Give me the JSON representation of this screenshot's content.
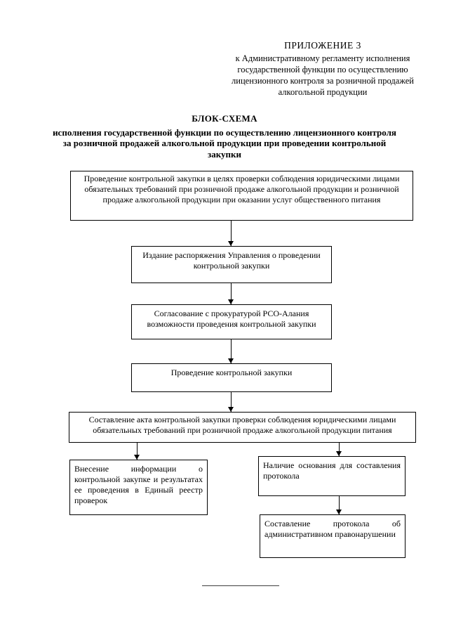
{
  "colors": {
    "background": "#ffffff",
    "text": "#000000",
    "box_border": "#000000",
    "separator_line": "#3f3f3f"
  },
  "appendix": {
    "title": "ПРИЛОЖЕНИЕ 3",
    "lines": [
      "к Административному регламенту исполнения",
      "государственной функции по осуществлению",
      "лицензионного контроля за розничной продажей",
      "алкогольной продукции"
    ]
  },
  "heading": {
    "title": "БЛОК-СХЕМА",
    "subtitle_lines": [
      "исполнения государственной функции по осуществлению лицензионного контроля",
      "за розничной продажей алкогольной продукции при проведении контрольной",
      "закупки"
    ]
  },
  "flowchart": {
    "boxes": [
      {
        "id": "purchase-purpose",
        "text": "Проведение контрольной закупки в целях проверки соблюдения юридическими лицами обязательных требований при розничной продаже алкогольной продукции и розничной продаже алкогольной продукции при оказании услуг общественного питания"
      },
      {
        "id": "order-issuance",
        "text": "Издание распоряжения Управления о проведении контрольной закупки"
      },
      {
        "id": "prosecutor-approval",
        "text": "Согласование с прокуратурой РСО-Алания возможности проведения контрольной закупки"
      },
      {
        "id": "purchase-conduct",
        "text": "Проведение контрольной закупки"
      },
      {
        "id": "act-preparation",
        "text": "Составление акта контрольной закупки  проверки соблюдения юридическими лицами обязательных требований при розничной продаже алкогольной продукции питания"
      },
      {
        "id": "registry-entry",
        "text": "Внесение информации о контрольной закупке и результатах ее проведения в Единый реестр проверок"
      },
      {
        "id": "protocol-grounds",
        "text": "Наличие основания для составления протокола"
      },
      {
        "id": "protocol-preparation",
        "text": "Составление протокола об административном правонарушении"
      }
    ]
  }
}
